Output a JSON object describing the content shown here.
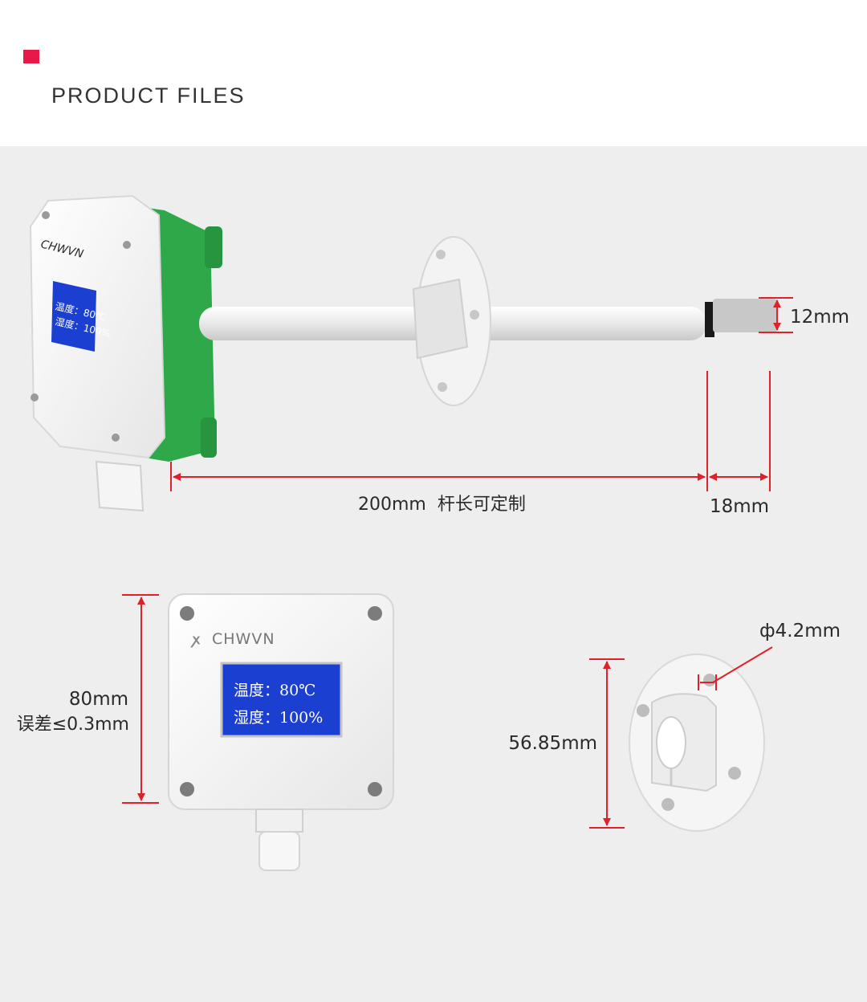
{
  "header": {
    "title": "PRODUCT FILES"
  },
  "colors": {
    "accent": "#e8194a",
    "dimension_line": "#e0202a",
    "housing_green": "#2fa84a",
    "lcd_blue": "#1b3fd0"
  },
  "device": {
    "brand": "CHWVN",
    "screen_line1": "温度：80℃",
    "screen_line2": "湿度：100%"
  },
  "dimensions": {
    "probe_diameter": "12mm",
    "rod_length": "200mm  杆长可定制",
    "tip_length": "18mm",
    "box_height": "80mm",
    "box_tolerance": "误差≤0.3mm",
    "hole_diameter": "ф4.2mm",
    "flange_height": "56.85mm"
  }
}
